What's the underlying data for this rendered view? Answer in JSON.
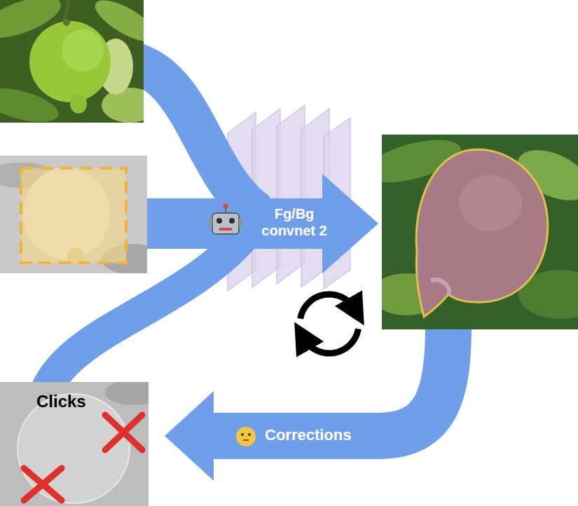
{
  "diagram": {
    "nodes": [
      {
        "text": [
          "Clicks"
        ]
      }
    ],
    "labels": [
      "Fg/Bg convnet 2",
      "Corrections"
    ]
  }
}
